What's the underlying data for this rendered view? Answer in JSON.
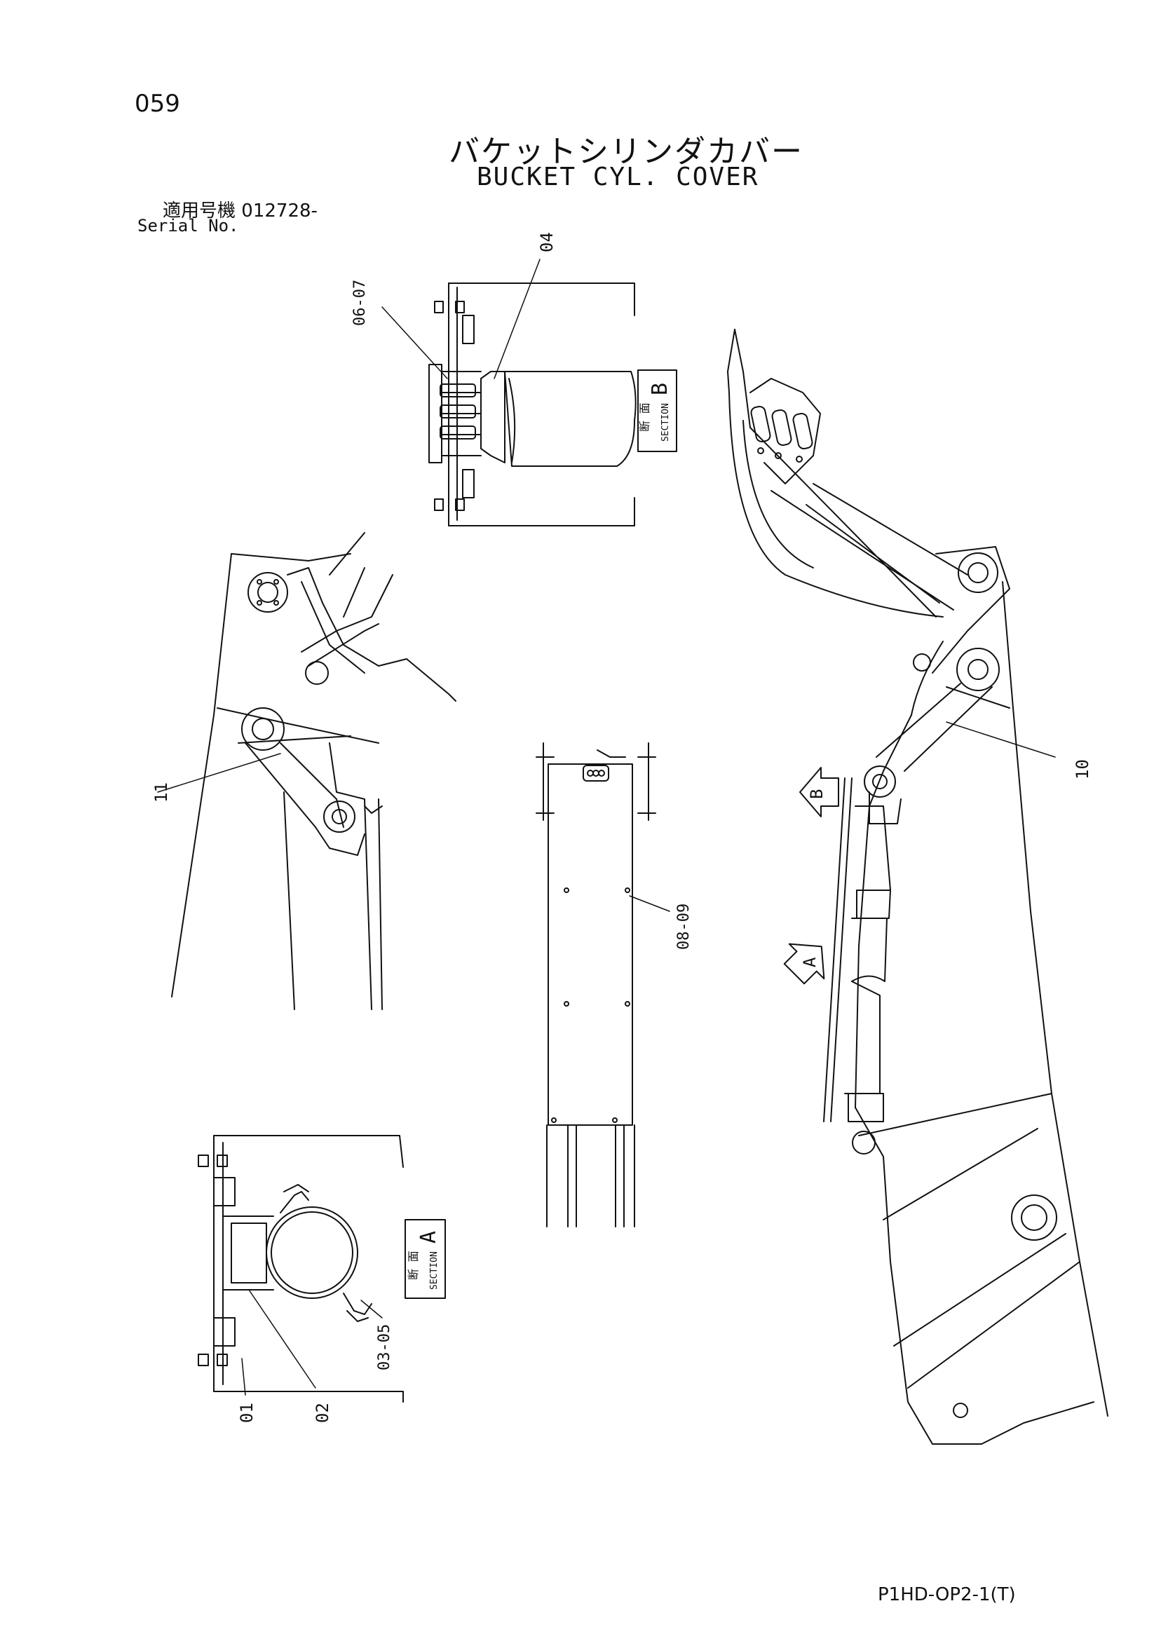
{
  "header": {
    "page_number": "059",
    "title_ja": "バケットシリンダカバー",
    "title_en": "BUCKET CYL. COVER",
    "serial_label_ja": "適用号機",
    "serial_value": "012728-",
    "serial_label_en": "Serial No."
  },
  "sections": {
    "a": {
      "kanji": "断 面",
      "word": "SECTION",
      "letter": "A"
    },
    "b": {
      "kanji": "断 面",
      "word": "SECTION",
      "letter": "B"
    }
  },
  "arrow_labels": {
    "a": "A",
    "b": "B"
  },
  "callouts": {
    "c01": "01",
    "c02": "02",
    "c03_05": "03-05",
    "c04": "04",
    "c06_07": "06-07",
    "c08_09": "08-09",
    "c10": "10",
    "c11": "11"
  },
  "footer": {
    "drawing_code": "P1HD-OP2-1(T)"
  }
}
